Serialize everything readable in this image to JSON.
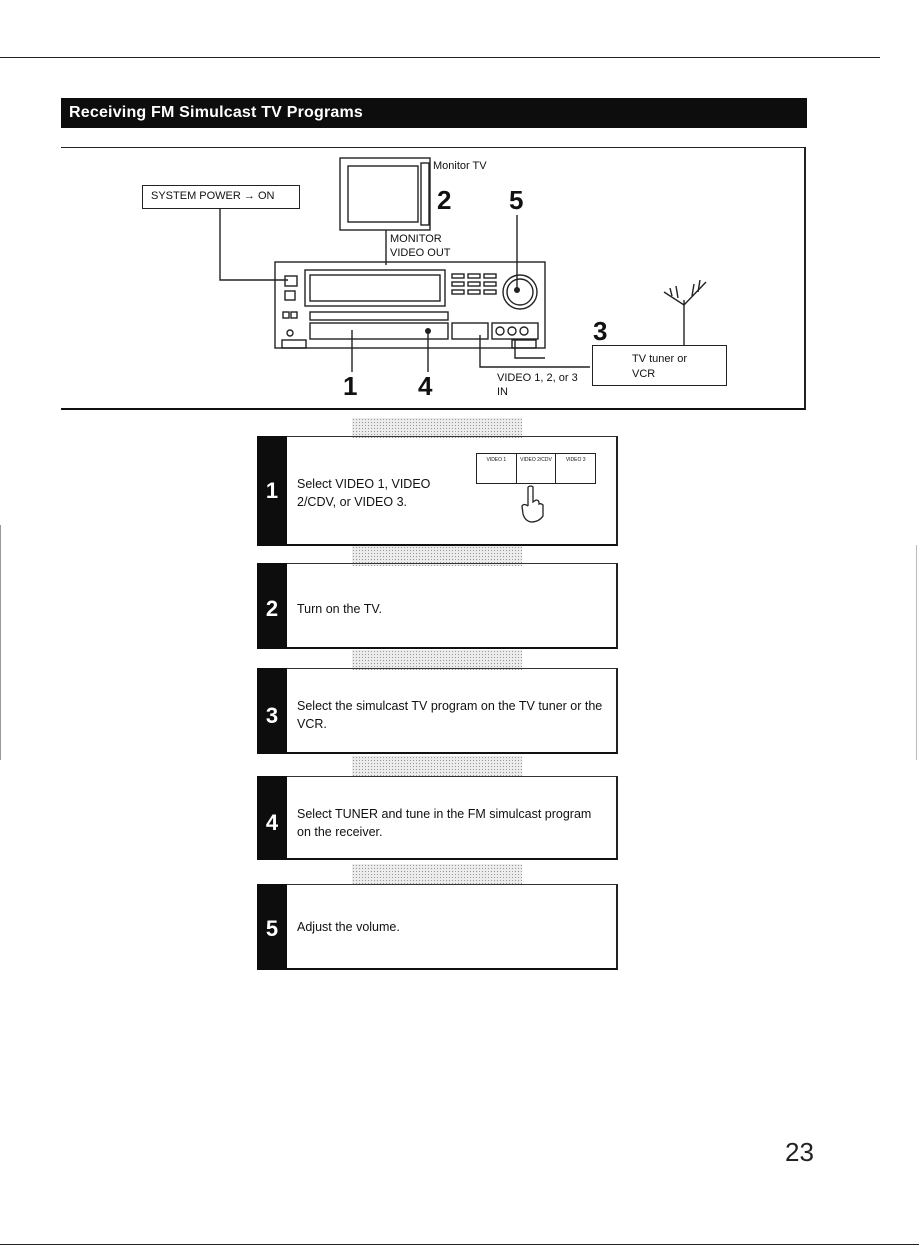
{
  "section_title": "Receiving FM Simulcast TV Programs",
  "diagram": {
    "monitor_label": "Monitor TV",
    "power_label": "SYSTEM POWER → ON",
    "monitor_out_label": "MONITOR",
    "monitor_out_label2": "VIDEO OUT",
    "video_in_label": "VIDEO 1, 2, or 3",
    "video_in_label2": "IN",
    "tuner_label": "TV tuner or",
    "tuner_label2": "VCR",
    "step_callouts": [
      "1",
      "2",
      "3",
      "4",
      "5"
    ]
  },
  "video_buttons": [
    "VIDEO 1",
    "VIDEO 2/CDV",
    "VIDEO 3"
  ],
  "steps": [
    {
      "number": "1",
      "text": "Select VIDEO 1, VIDEO 2/CDV, or VIDEO 3."
    },
    {
      "number": "2",
      "text": "Turn on the TV."
    },
    {
      "number": "3",
      "text": "Select the simulcast TV program on the TV tuner or the VCR."
    },
    {
      "number": "4",
      "text": "Select TUNER and tune in the FM simulcast program on the receiver."
    },
    {
      "number": "5",
      "text": "Adjust the volume."
    }
  ],
  "page_number": "23"
}
